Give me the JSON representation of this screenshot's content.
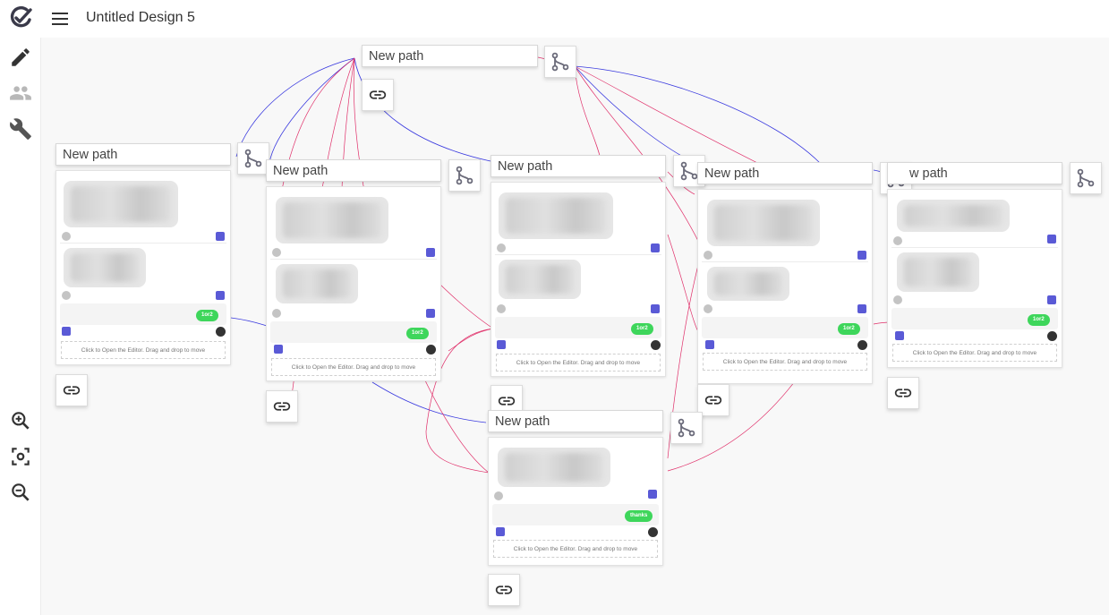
{
  "app": {
    "title": "Untitled Design 5"
  },
  "icons": {
    "logo": "check-circle-logo-icon",
    "menu": "hamburger-menu-icon",
    "edit": "pencil-icon",
    "users": "people-icon",
    "tools": "wrench-icon",
    "zoom_in": "zoom-in-icon",
    "focus": "center-focus-icon",
    "zoom_out": "zoom-out-icon",
    "branch": "fork-branch-icon",
    "link": "link-icon"
  },
  "colors": {
    "edge_blue": "#3a3adf",
    "edge_red": "#e0306a",
    "pill_green": "#3ed65b",
    "badge_purple": "#5a5ad6"
  },
  "root_node": {
    "title": "New path"
  },
  "nodes": [
    {
      "title": "New path",
      "pill": "1or2",
      "open_hint": "Click to Open the Editor. Drag and drop to move"
    },
    {
      "title": "New path",
      "pill": "1or2",
      "open_hint": "Click to Open the Editor. Drag and drop to move"
    },
    {
      "title": "New path",
      "pill": "1or2",
      "open_hint": "Click to Open the Editor. Drag and drop to move"
    },
    {
      "title": "New path",
      "pill": "1or2",
      "open_hint": "Click to Open the Editor. Drag and drop to move"
    },
    {
      "title": "w path",
      "pill": "1or2",
      "open_hint": "Click to Open the Editor. Drag and drop to move"
    },
    {
      "title": "New path",
      "pill": "thanks",
      "open_hint": "Click to Open the Editor. Drag and drop to move"
    }
  ]
}
